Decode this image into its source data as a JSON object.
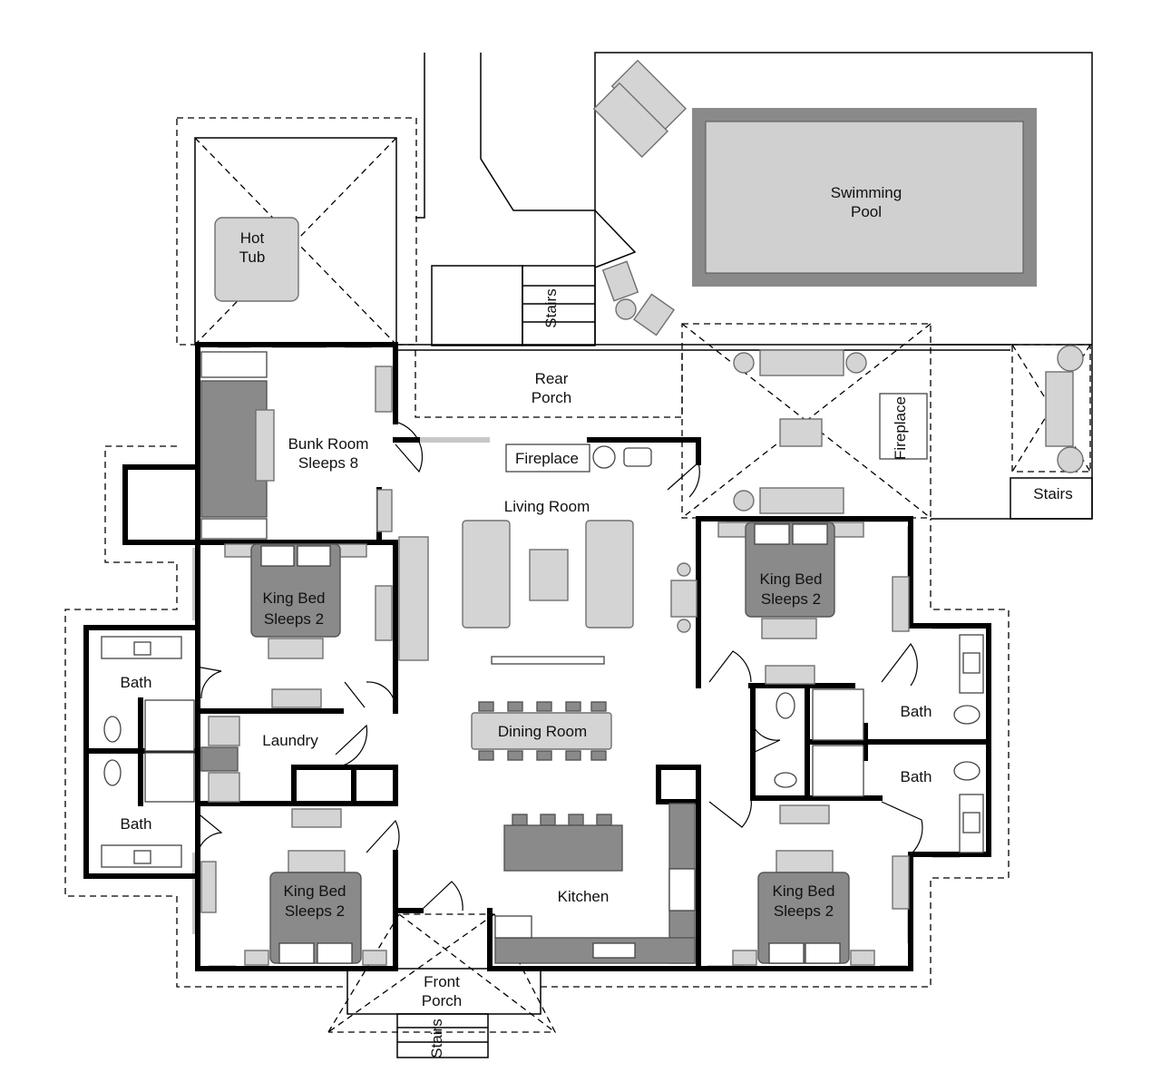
{
  "labels": {
    "pool_line1": "Swimming",
    "pool_line2": "Pool",
    "hot_tub_line1": "Hot",
    "hot_tub_line2": "Tub",
    "stairs_rear": "Stairs",
    "stairs_right": "Stairs",
    "stairs_front": "Stairs",
    "rear_porch_line1": "Rear",
    "rear_porch_line2": "Porch",
    "fireplace_living": "Fireplace",
    "fireplace_porch": "Fireplace",
    "bunk_room_line1": "Bunk Room",
    "bunk_room_line2": "Sleeps 8",
    "living_room": "Living Room",
    "bed_left_line1": "King Bed",
    "bed_left_line2": "Sleeps 2",
    "bed_right_line1": "King Bed",
    "bed_right_line2": "Sleeps 2",
    "bed_bl_line1": "King Bed",
    "bed_bl_line2": "Sleeps 2",
    "bed_br_line1": "King Bed",
    "bed_br_line2": "Sleeps 2",
    "bath_left_top": "Bath",
    "bath_left_bottom": "Bath",
    "bath_right_top": "Bath",
    "bath_right_bottom": "Bath",
    "laundry": "Laundry",
    "dining_room": "Dining Room",
    "kitchen": "Kitchen",
    "front_porch_line1": "Front",
    "front_porch_line2": "Porch"
  }
}
